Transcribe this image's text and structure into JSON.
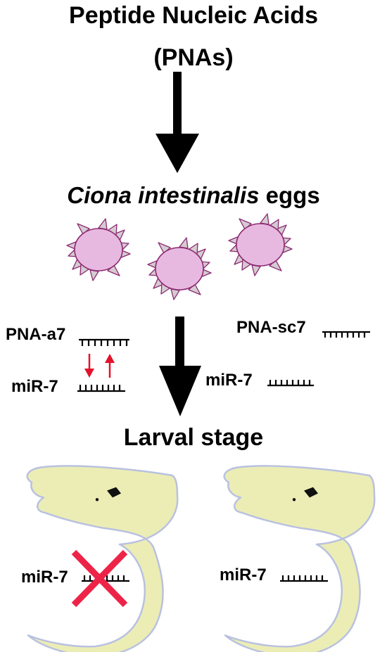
{
  "title": {
    "line1": "Peptide Nucleic Acids",
    "line2": "(PNAs)"
  },
  "eggs": {
    "species": "Ciona intestinalis",
    "suffix": " eggs"
  },
  "left_probe": {
    "pna_label": "PNA-a7",
    "mir_label": "miR-7"
  },
  "right_probe": {
    "pna_label": "PNA-sc7",
    "mir_label": "miR-7"
  },
  "stage": {
    "label": "Larval stage"
  },
  "left_larva": {
    "mir_label": "miR-7"
  },
  "right_larva": {
    "mir_label": "miR-7"
  },
  "colors": {
    "egg_fill": "#e8b9e0",
    "egg_stroke": "#8c2a72",
    "petal_fill": "#d5cbd1",
    "larva_fill": "#ecedb5",
    "larva_stroke": "#b9c1e0",
    "cross": "#ee2348",
    "red_arrow": "#e3112b"
  },
  "icons": [
    "down-arrow-icon",
    "egg-icon",
    "larva-icon",
    "cross-icon",
    "oligo-strand-icon"
  ]
}
